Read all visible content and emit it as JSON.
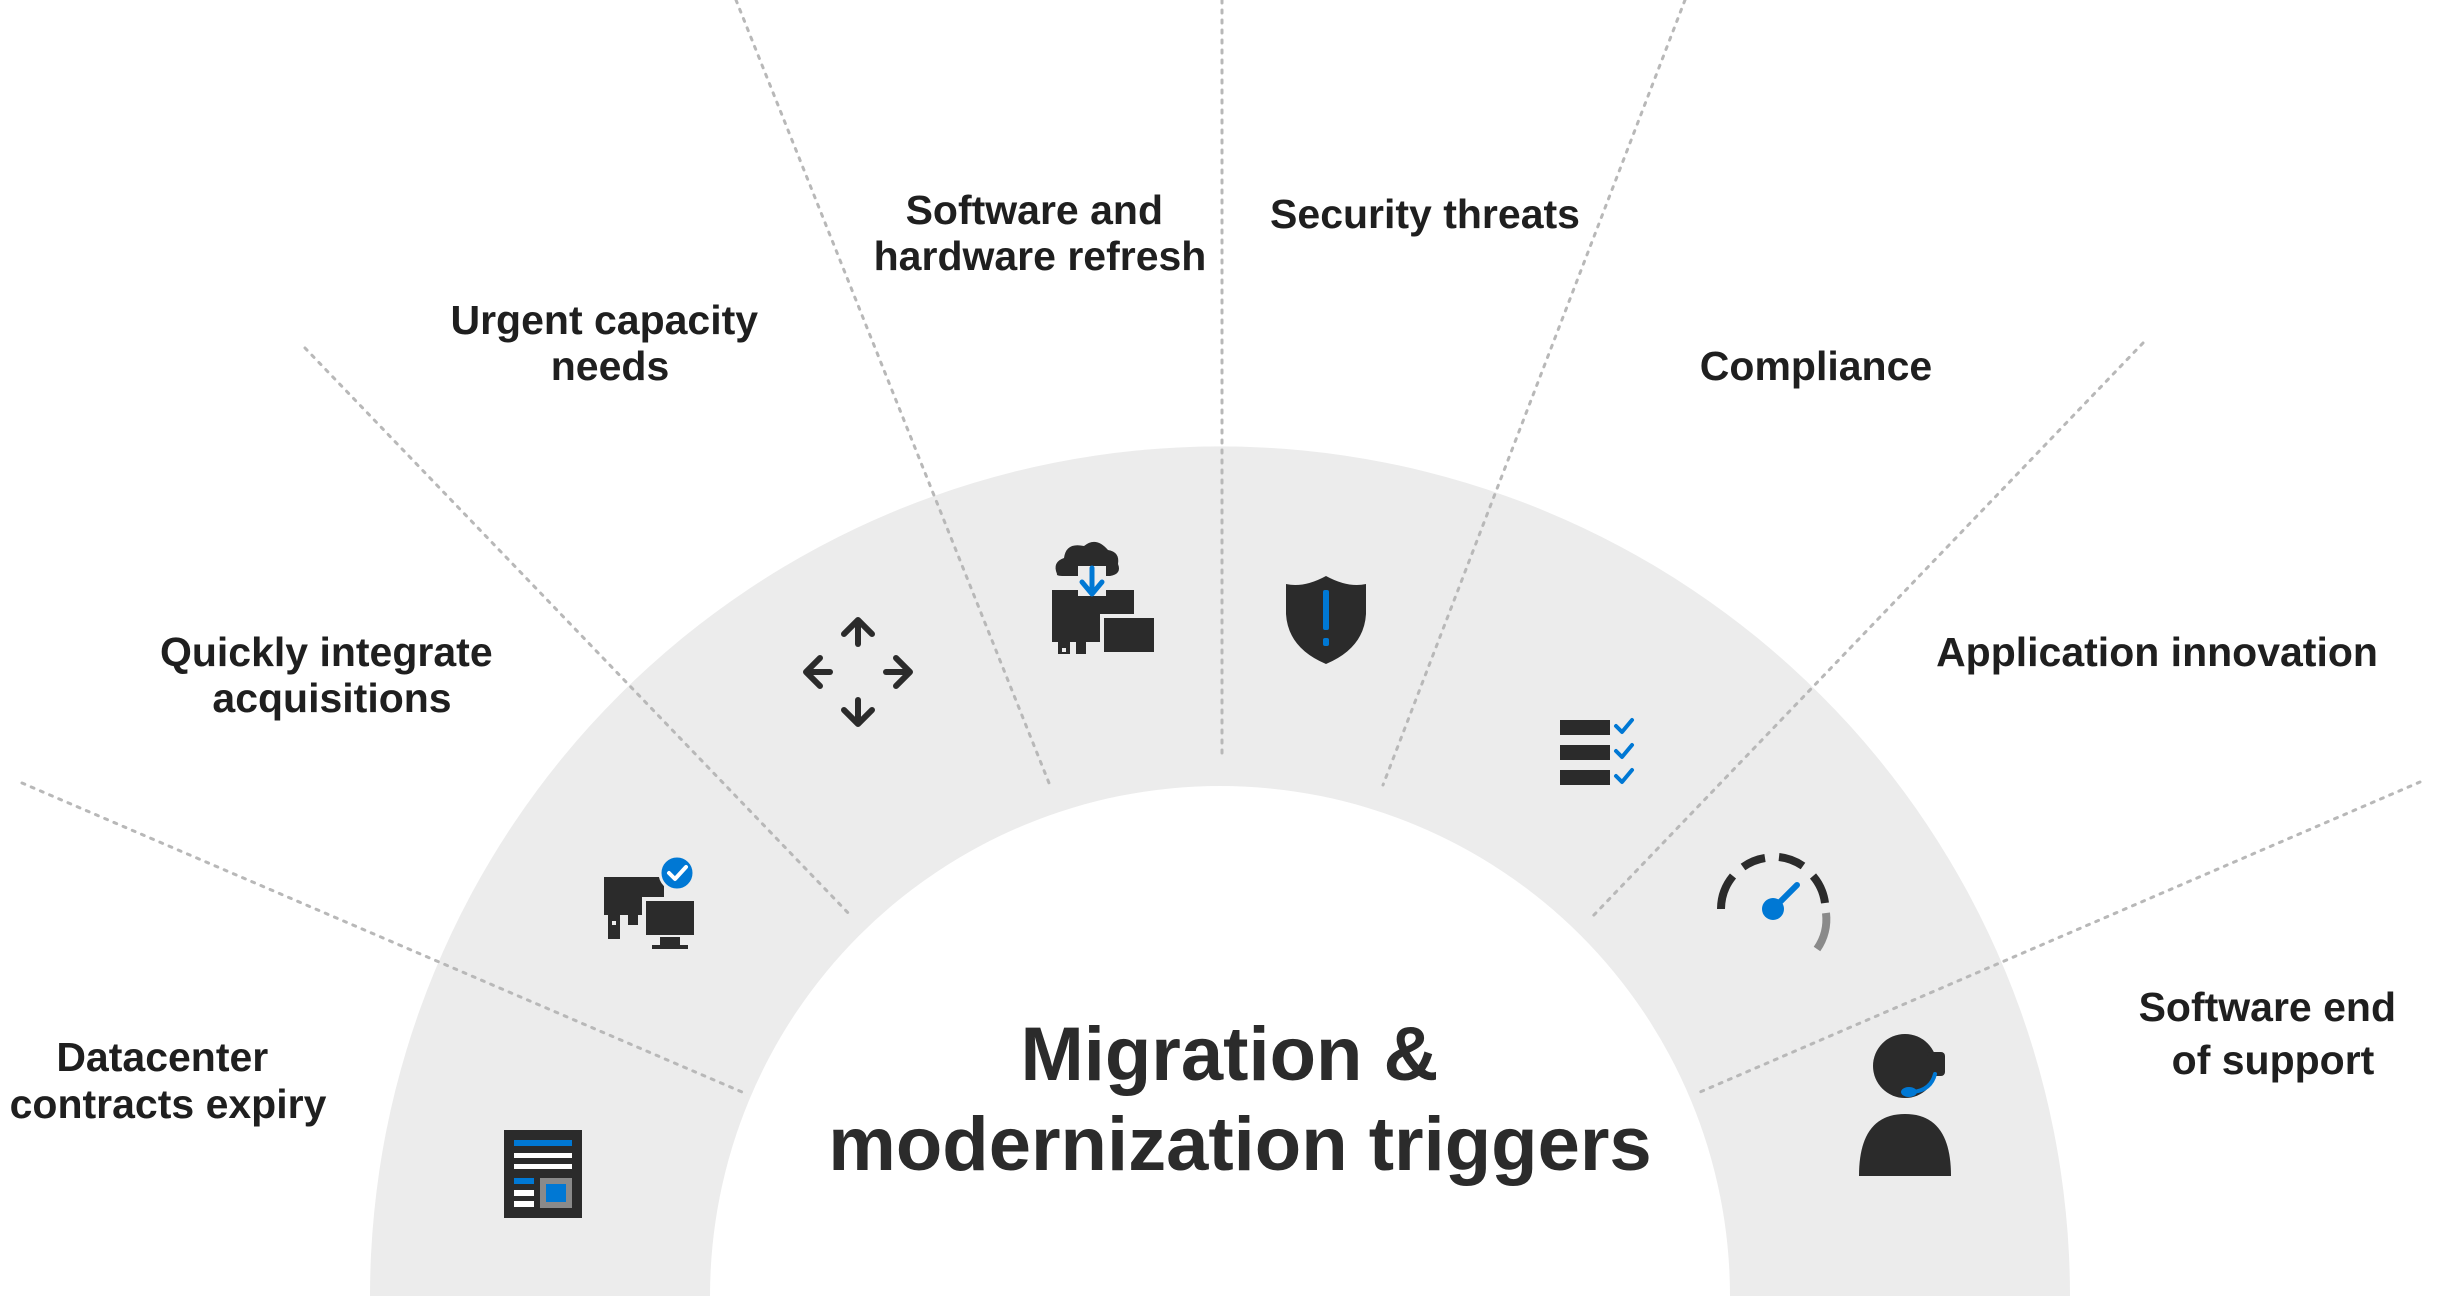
{
  "title": {
    "line1": "Migration &",
    "line2": "modernization triggers"
  },
  "triggers": [
    {
      "lines": [
        "Datacenter",
        "contracts expiry"
      ],
      "icon": "datacenter-report-icon"
    },
    {
      "lines": [
        "Quickly integrate",
        "acquisitions"
      ],
      "icon": "devices-check-icon"
    },
    {
      "lines": [
        "Urgent capacity",
        "needs"
      ],
      "icon": "move-arrows-icon"
    },
    {
      "lines": [
        "Software and",
        "hardware refresh"
      ],
      "icon": "cloud-download-devices-icon"
    },
    {
      "lines": [
        "Security threats"
      ],
      "icon": "shield-alert-icon"
    },
    {
      "lines": [
        "Compliance"
      ],
      "icon": "checklist-icon"
    },
    {
      "lines": [
        "Application innovation"
      ],
      "icon": "speedometer-icon"
    },
    {
      "lines": [
        "Software end",
        "of support"
      ],
      "icon": "support-agent-icon"
    }
  ],
  "colors": {
    "ring": "#ececec",
    "divider": "#b8b8b8",
    "icon_dark": "#2b2b2b",
    "accent": "#0078d4",
    "text": "#1f1f1f"
  }
}
